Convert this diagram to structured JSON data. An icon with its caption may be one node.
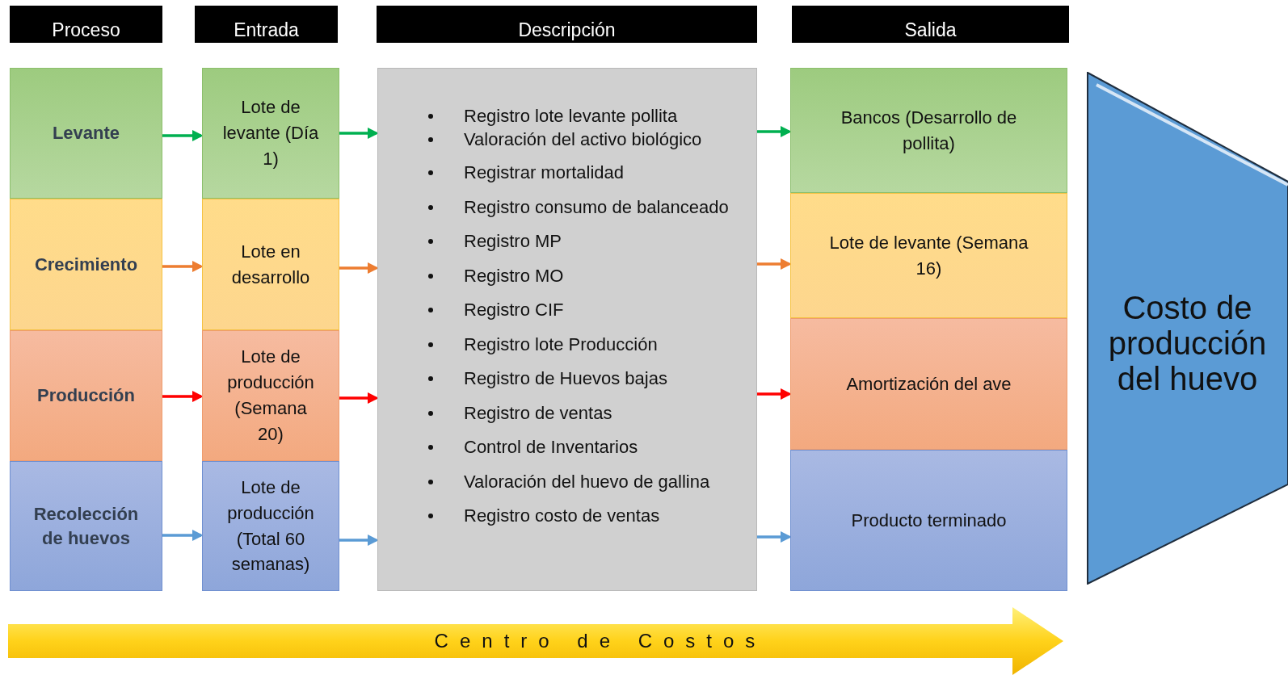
{
  "diagram": {
    "nodes": [
      {
        "text": [
          "Proceso"
        ]
      },
      {
        "text": [
          "Entrada"
        ]
      },
      {
        "text": [
          "Descripción"
        ]
      },
      {
        "text": [
          "Salida"
        ]
      },
      {
        "text": [
          "Levante"
        ]
      },
      {
        "text": [
          "Crecimiento"
        ]
      },
      {
        "text": [
          "Producción"
        ]
      },
      {
        "text": [
          "Recolección de huevos"
        ]
      },
      {
        "text": [
          "Lote de levante (Día 1)"
        ]
      },
      {
        "text": [
          "Lote en desarrollo"
        ]
      },
      {
        "text": [
          "Lote de producción (Semana 20)"
        ]
      },
      {
        "text": [
          "Lote de producción (Total 60 semanas)"
        ]
      },
      {
        "text": [
          "Registro lote levante pollita",
          "Valoración del activo biológico",
          "Registrar mortalidad",
          "Registro consumo de balanceado",
          "Registro MP",
          "Registro MO",
          "Registro CIF",
          "Registro lote Producción",
          "Registro de Huevos bajas",
          "Registro de ventas",
          "Control de Inventarios",
          "Valoración del huevo de gallina",
          "Registro costo de ventas"
        ]
      },
      {
        "text": [
          "Bancos (Desarrollo de pollita)"
        ]
      },
      {
        "text": [
          "Lote de levante (Semana 16)"
        ]
      },
      {
        "text": [
          "Amortización del ave"
        ]
      },
      {
        "text": [
          "Producto terminado"
        ]
      },
      {
        "text": [
          "Costo de producción del huevo"
        ]
      },
      {
        "text": [
          "Centro de Costos"
        ]
      }
    ],
    "edges": [
      {
        "from": 4,
        "to": 8,
        "arrow": "to",
        "color": "#00b050"
      },
      {
        "from": 5,
        "to": 9,
        "arrow": "to",
        "color": "#ed7d31"
      },
      {
        "from": 6,
        "to": 10,
        "arrow": "to",
        "color": "#ff0000"
      },
      {
        "from": 7,
        "to": 11,
        "arrow": "to",
        "color": "#5b9bd5"
      },
      {
        "from": 8,
        "to": 12,
        "arrow": "to",
        "color": "#00b050"
      },
      {
        "from": 9,
        "to": 12,
        "arrow": "to",
        "color": "#ed7d31"
      },
      {
        "from": 10,
        "to": 12,
        "arrow": "to",
        "color": "#ff0000"
      },
      {
        "from": 11,
        "to": 12,
        "arrow": "to",
        "color": "#5b9bd5"
      },
      {
        "from": 12,
        "to": 13,
        "arrow": "to",
        "color": "#00b050"
      },
      {
        "from": 12,
        "to": 14,
        "arrow": "to",
        "color": "#ed7d31"
      },
      {
        "from": 12,
        "to": 15,
        "arrow": "to",
        "color": "#ff0000"
      },
      {
        "from": 12,
        "to": 16,
        "arrow": "to",
        "color": "#5b9bd5"
      }
    ]
  }
}
